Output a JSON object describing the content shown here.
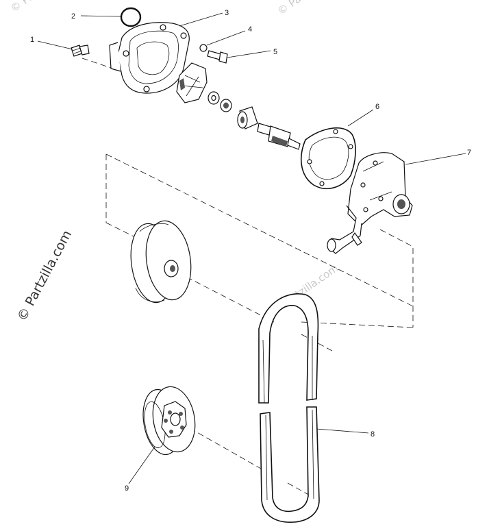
{
  "watermark": {
    "main": "© Partzilla.com",
    "faint": "© Partzilla.com"
  },
  "callouts": [
    {
      "id": "1",
      "label": "1"
    },
    {
      "id": "2",
      "label": "2"
    },
    {
      "id": "3",
      "label": "3"
    },
    {
      "id": "4",
      "label": "4"
    },
    {
      "id": "5",
      "label": "5"
    },
    {
      "id": "6",
      "label": "6"
    },
    {
      "id": "7",
      "label": "7"
    },
    {
      "id": "8",
      "label": "8"
    },
    {
      "id": "9",
      "label": "9"
    }
  ]
}
